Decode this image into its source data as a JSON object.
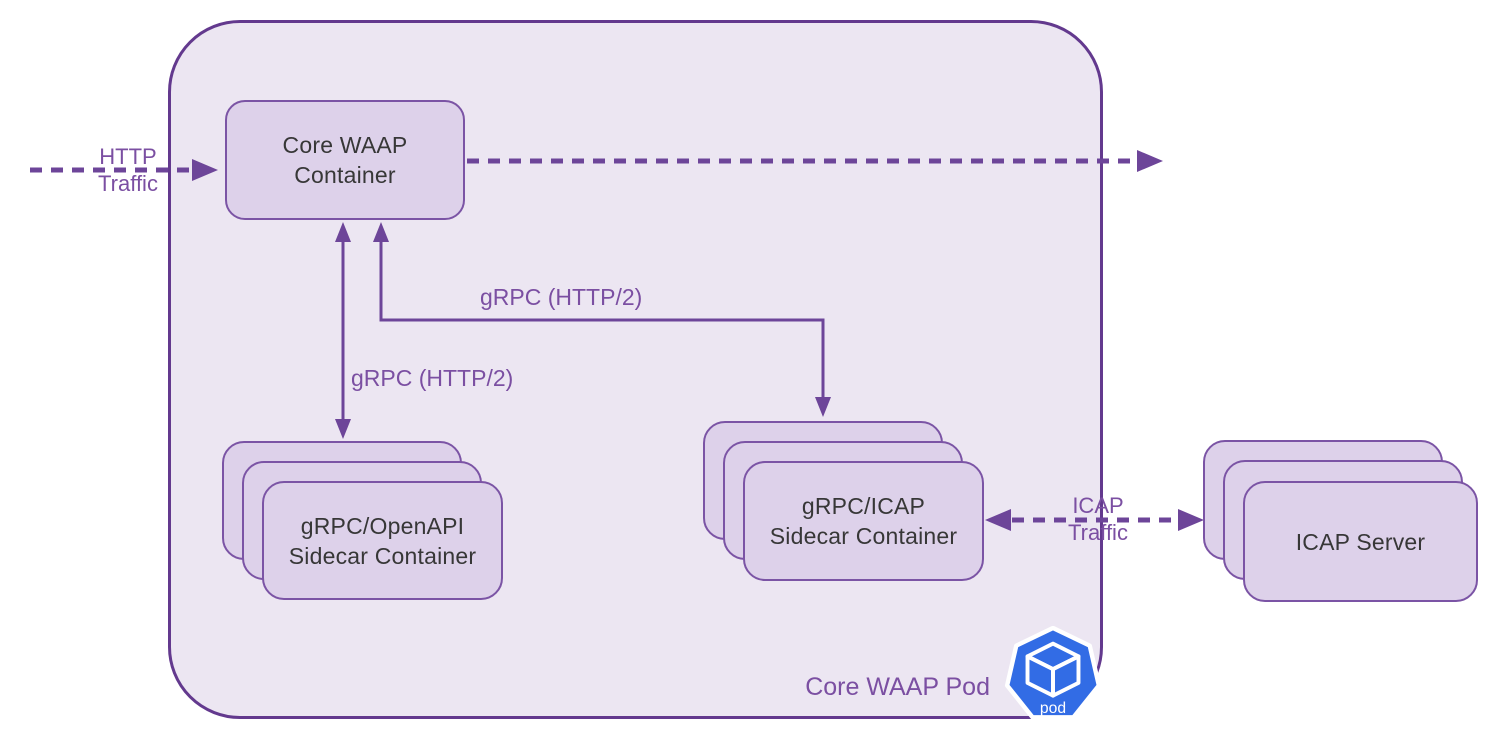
{
  "colors": {
    "page_bg": "#ffffff",
    "pod_fill": "#ece6f2",
    "pod_border": "#63398e",
    "box_fill": "#ddd1ea",
    "box_border": "#7b54a5",
    "arrow": "#6d4599",
    "label_text": "#7b4fa2",
    "box_text": "#373737",
    "k8s_blue": "#326ce5",
    "icon_text": "#ffffff"
  },
  "pod": {
    "label": "Core WAAP Pod"
  },
  "pod_icon": {
    "label": "pod"
  },
  "nodes": {
    "core_waap_container": {
      "line1": "Core WAAP",
      "line2": "Container"
    },
    "openapi_sidecar": {
      "line1": "gRPC/OpenAPI",
      "line2": "Sidecar Container"
    },
    "icap_sidecar": {
      "line1": "gRPC/ICAP",
      "line2": "Sidecar Container"
    },
    "icap_server": {
      "label": "ICAP Server"
    }
  },
  "edge_labels": {
    "http_traffic": {
      "line1": "HTTP",
      "line2": "Traffic"
    },
    "grpc_to_openapi": {
      "label": "gRPC (HTTP/2)"
    },
    "grpc_to_icap": {
      "label": "gRPC (HTTP/2)"
    },
    "icap_traffic": {
      "line1": "ICAP",
      "line2": "Traffic"
    }
  }
}
